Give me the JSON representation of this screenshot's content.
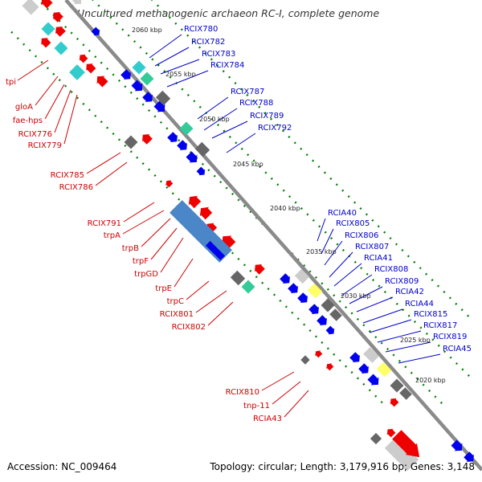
{
  "header": {
    "title": "Uncultured methanogenic archaeon RC-I, complete genome"
  },
  "footer": {
    "accession": "Accession: NC_009464",
    "topology": "Topology: circular; Length: 3,179,916 bp; Genes: 3,148"
  },
  "colors": {
    "minus_strand_label": "#cc0000",
    "plus_strand_label": "#0000cc",
    "backbone": "#808080",
    "tick": "#008000",
    "gene_red": "#ee0000",
    "gene_blue": "#0000ee",
    "gene_cyan": "#33cccc",
    "gene_green": "#33cc99",
    "gene_gray": "#666666",
    "gene_lightgray": "#cccccc",
    "gene_yellow": "#ffff66",
    "highlight_block": "#4a86c8"
  },
  "scale_labels": [
    "2060 kbp",
    "2055 kbp",
    "2050 kbp",
    "2045 kbp",
    "2040 kbp",
    "2035 kbp",
    "2030 kbp",
    "2025 kbp",
    "2020 kbp"
  ],
  "minus_labels": [
    "tpi",
    "gloA",
    "fae-hps",
    "RCIX776",
    "RCIX779",
    "RCIX785",
    "RCIX786",
    "RCIX791",
    "trpA",
    "trpB",
    "trpF",
    "trpGD",
    "trpE",
    "trpC",
    "RCIX801",
    "RCIX802",
    "RCIX810",
    "tnp-11",
    "RCIA43"
  ],
  "plus_labels": [
    "RCIX780",
    "RCIX782",
    "RCIX783",
    "RCIX784",
    "RCIX787",
    "RCIX788",
    "RCIX789",
    "RCIX792",
    "RCIA40",
    "RCIX805",
    "RCIX806",
    "RCIX807",
    "RCIA41",
    "RCIX808",
    "RCIX809",
    "RCIA42",
    "RCIA44",
    "RCIX815",
    "RCIX817",
    "RCIX819",
    "RCIA45"
  ]
}
